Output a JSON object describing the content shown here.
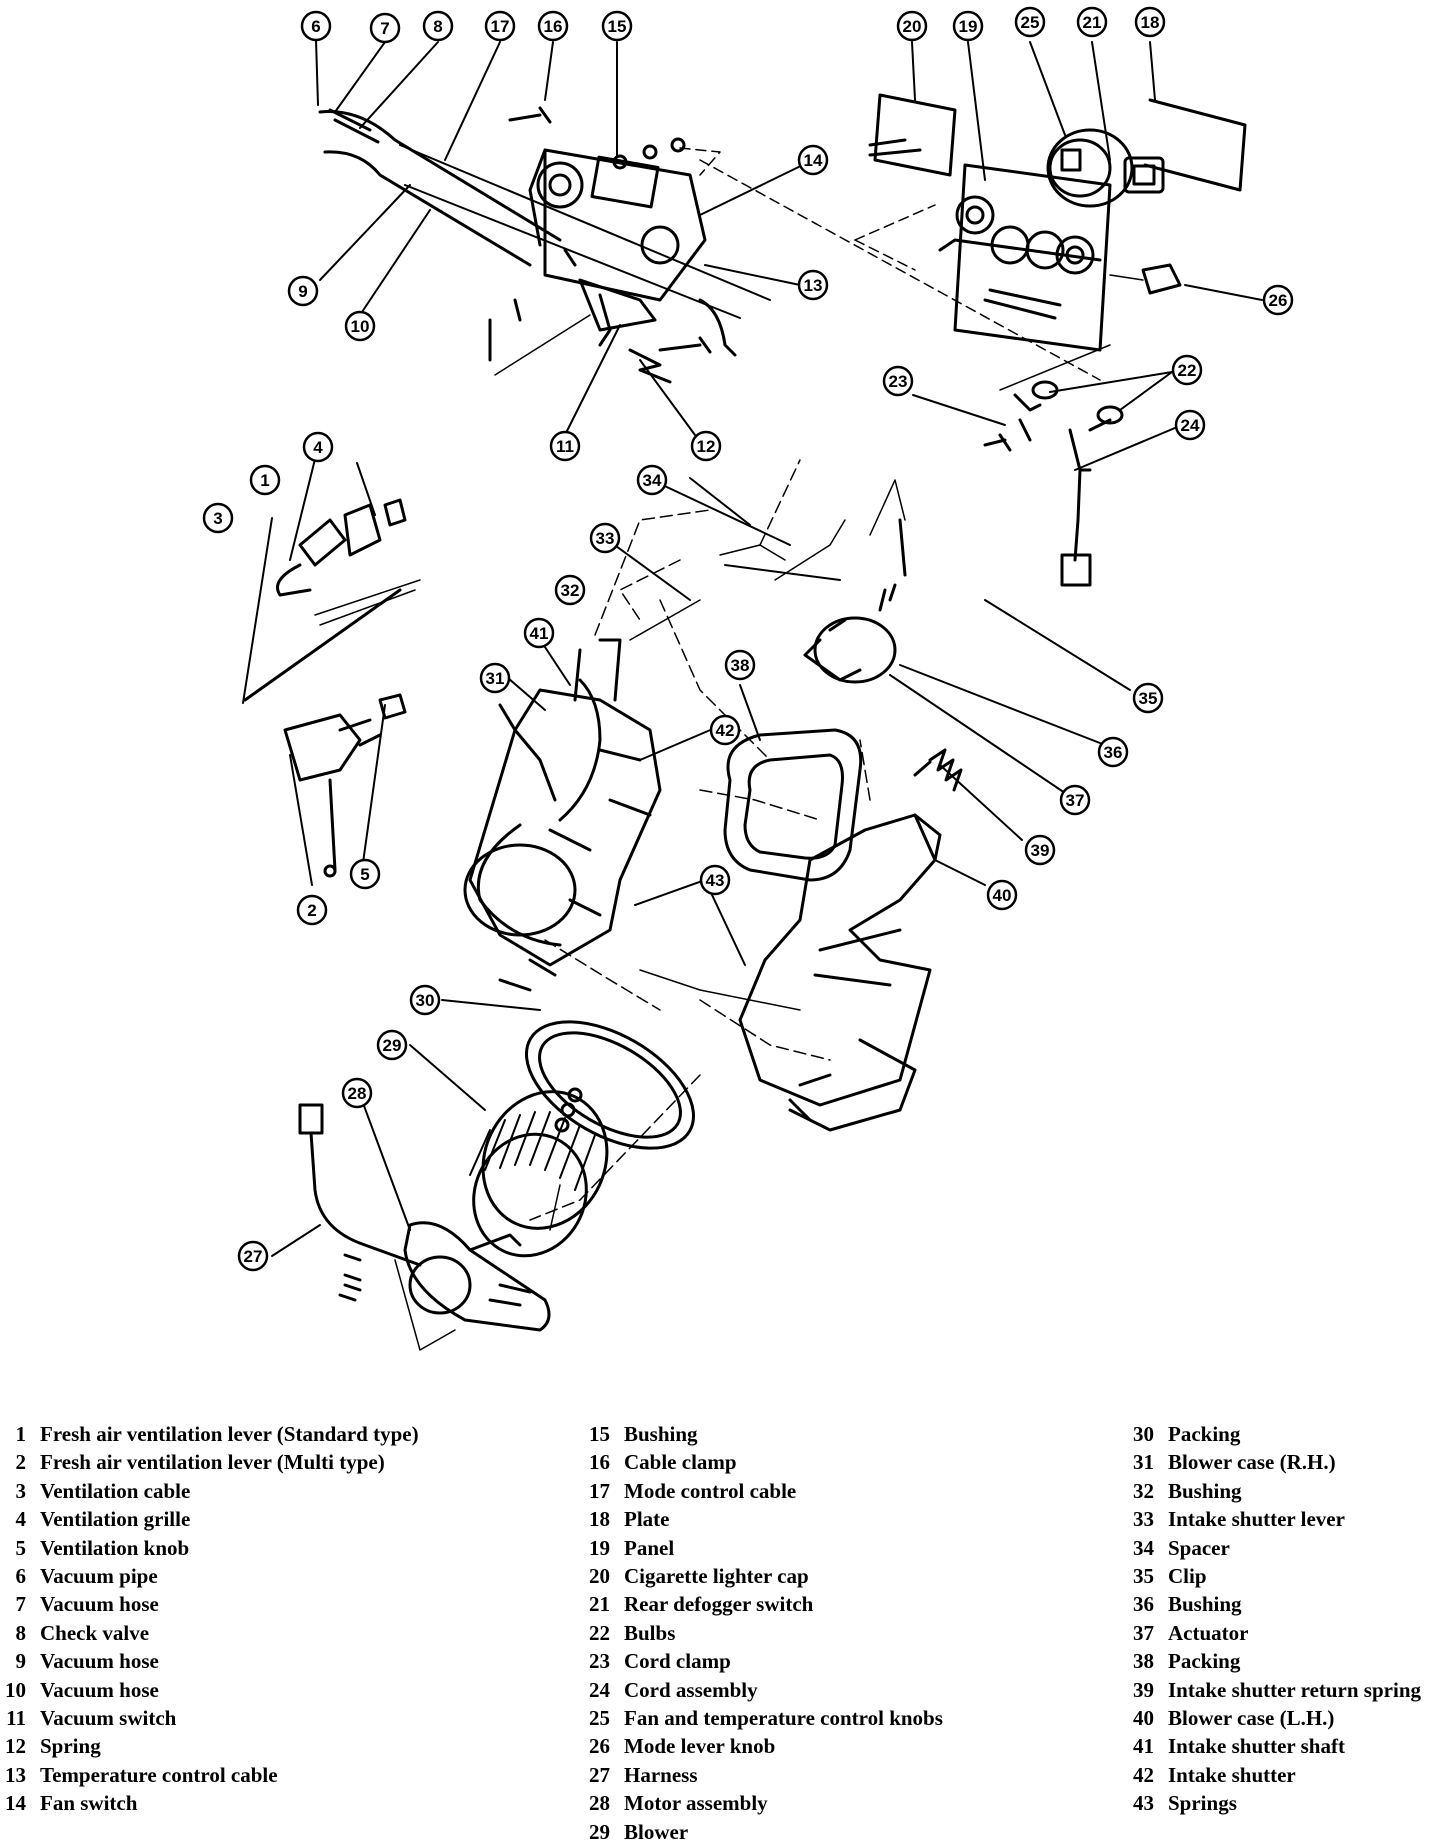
{
  "callouts": [
    {
      "n": "1",
      "label": "1"
    },
    {
      "n": "2",
      "label": "2"
    },
    {
      "n": "3",
      "label": "3"
    },
    {
      "n": "4",
      "label": "4"
    },
    {
      "n": "5",
      "label": "5"
    },
    {
      "n": "6",
      "label": "6"
    },
    {
      "n": "7",
      "label": "7"
    },
    {
      "n": "8",
      "label": "8"
    },
    {
      "n": "9",
      "label": "9"
    },
    {
      "n": "10",
      "label": "10"
    },
    {
      "n": "11",
      "label": "11"
    },
    {
      "n": "12",
      "label": "12"
    },
    {
      "n": "13",
      "label": "13"
    },
    {
      "n": "14",
      "label": "14"
    },
    {
      "n": "15",
      "label": "15"
    },
    {
      "n": "16",
      "label": "16"
    },
    {
      "n": "17",
      "label": "17"
    },
    {
      "n": "18",
      "label": "18"
    },
    {
      "n": "19",
      "label": "19"
    },
    {
      "n": "20",
      "label": "20"
    },
    {
      "n": "21",
      "label": "21"
    },
    {
      "n": "22",
      "label": "22"
    },
    {
      "n": "23",
      "label": "23"
    },
    {
      "n": "24",
      "label": "24"
    },
    {
      "n": "25",
      "label": "25"
    },
    {
      "n": "26",
      "label": "26"
    },
    {
      "n": "27",
      "label": "27"
    },
    {
      "n": "28",
      "label": "28"
    },
    {
      "n": "29",
      "label": "29"
    },
    {
      "n": "30",
      "label": "30"
    },
    {
      "n": "31",
      "label": "31"
    },
    {
      "n": "32",
      "label": "32"
    },
    {
      "n": "33",
      "label": "33"
    },
    {
      "n": "34",
      "label": "34"
    },
    {
      "n": "35",
      "label": "35"
    },
    {
      "n": "36",
      "label": "36"
    },
    {
      "n": "37",
      "label": "37"
    },
    {
      "n": "38",
      "label": "38"
    },
    {
      "n": "39",
      "label": "39"
    },
    {
      "n": "40",
      "label": "40"
    },
    {
      "n": "41",
      "label": "41"
    },
    {
      "n": "42",
      "label": "42"
    },
    {
      "n": "43",
      "label": "43"
    }
  ],
  "legend": {
    "col1": [
      {
        "num": "1",
        "text": "Fresh air ventilation lever  (Standard type)"
      },
      {
        "num": "2",
        "text": "Fresh air ventilation lever (Multi type)"
      },
      {
        "num": "3",
        "text": "Ventilation cable"
      },
      {
        "num": "4",
        "text": "Ventilation grille"
      },
      {
        "num": "5",
        "text": "Ventilation knob"
      },
      {
        "num": "6",
        "text": "Vacuum pipe"
      },
      {
        "num": "7",
        "text": "Vacuum hose"
      },
      {
        "num": "8",
        "text": "Check valve"
      },
      {
        "num": "9",
        "text": "Vacuum hose"
      },
      {
        "num": "10",
        "text": "Vacuum hose"
      },
      {
        "num": "11",
        "text": "Vacuum switch"
      },
      {
        "num": "12",
        "text": "Spring"
      },
      {
        "num": "13",
        "text": "Temperature control cable"
      },
      {
        "num": "14",
        "text": "Fan switch"
      }
    ],
    "col2": [
      {
        "num": "15",
        "text": "Bushing"
      },
      {
        "num": "16",
        "text": "Cable clamp"
      },
      {
        "num": "17",
        "text": "Mode control cable"
      },
      {
        "num": "18",
        "text": "Plate"
      },
      {
        "num": "19",
        "text": "Panel"
      },
      {
        "num": "20",
        "text": "Cigarette lighter cap"
      },
      {
        "num": "21",
        "text": "Rear defogger switch"
      },
      {
        "num": "22",
        "text": "Bulbs"
      },
      {
        "num": "23",
        "text": "Cord clamp"
      },
      {
        "num": "24",
        "text": "Cord assembly"
      },
      {
        "num": "25",
        "text": "Fan and temperature control knobs"
      },
      {
        "num": "26",
        "text": "Mode lever knob"
      },
      {
        "num": "27",
        "text": "Harness"
      },
      {
        "num": "28",
        "text": "Motor assembly"
      },
      {
        "num": "29",
        "text": "Blower"
      }
    ],
    "col3": [
      {
        "num": "30",
        "text": "Packing"
      },
      {
        "num": "31",
        "text": "Blower case (R.H.)"
      },
      {
        "num": "32",
        "text": "Bushing"
      },
      {
        "num": "33",
        "text": "Intake shutter lever"
      },
      {
        "num": "34",
        "text": "Spacer"
      },
      {
        "num": "35",
        "text": "Clip"
      },
      {
        "num": "36",
        "text": "Bushing"
      },
      {
        "num": "37",
        "text": "Actuator"
      },
      {
        "num": "38",
        "text": "Packing"
      },
      {
        "num": "39",
        "text": "Intake shutter return spring"
      },
      {
        "num": "40",
        "text": "Blower case (L.H.)"
      },
      {
        "num": "41",
        "text": "Intake shutter shaft"
      },
      {
        "num": "42",
        "text": "Intake shutter"
      },
      {
        "num": "43",
        "text": "Springs"
      }
    ]
  }
}
